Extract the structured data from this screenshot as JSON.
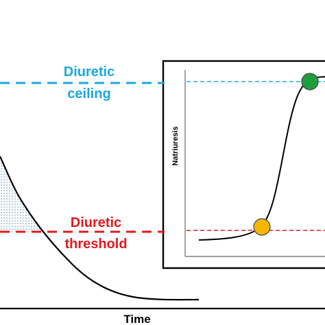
{
  "labels": {
    "ceiling_line1": "Diuretic",
    "ceiling_line2": "ceiling",
    "threshold_line1": "Diuretic",
    "threshold_line2": "threshold",
    "x_axis": "Time",
    "inset_y_axis": "Natriuresis"
  },
  "colors": {
    "ceiling": "#1aa7e0",
    "threshold": "#e3191c",
    "curve": "#000000",
    "inset_border": "#000000",
    "inset_axis": "#666666",
    "shading": "#5f8fb0",
    "ceiling_marker": "#1e9e3a",
    "threshold_marker": "#f5b800"
  },
  "markers": {
    "ceiling_marker": "green-circle",
    "threshold_marker": "yellow-circle"
  }
}
